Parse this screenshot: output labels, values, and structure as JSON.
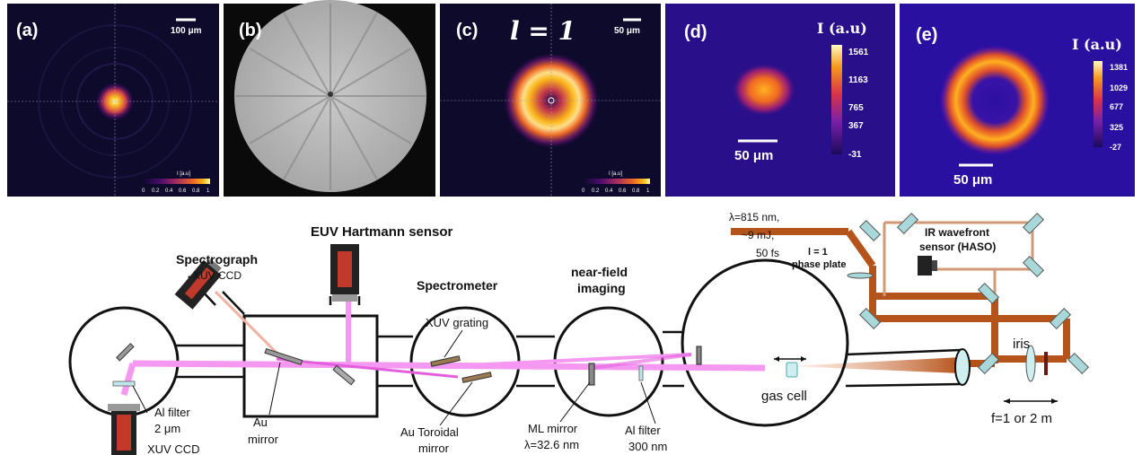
{
  "panels": {
    "a": {
      "tag": "(a)",
      "scale": "100 μm",
      "cb_title": "I [a.u]",
      "cb_ticks": [
        "0",
        "0.2",
        "0.4",
        "0.6",
        "0.8",
        "1"
      ]
    },
    "b": {
      "tag": "(b)"
    },
    "c": {
      "tag": "(c)",
      "l_label": "l = 1",
      "scale": "50 μm",
      "cb_title": "I [a.u]",
      "cb_ticks": [
        "0",
        "0.2",
        "0.4",
        "0.6",
        "0.8",
        "1"
      ]
    },
    "d": {
      "tag": "(d)",
      "cb_title": "I (a.u)",
      "cb_ticks": [
        "1561",
        "1163",
        "765",
        "367",
        "-31"
      ],
      "scale": "50 μm"
    },
    "e": {
      "tag": "(e)",
      "cb_title": "I (a.u)",
      "cb_ticks": [
        "1381",
        "1029",
        "677",
        "325",
        "-27"
      ],
      "scale": "50 μm"
    }
  },
  "colors": {
    "ir_beam": "#b4531a",
    "xuv_beam": "#f598f2",
    "xuv_strong": "#e45fe0",
    "colormap": [
      "#0d0a2c",
      "#4a0c6b",
      "#a52c60",
      "#ed6925",
      "#fbb61a",
      "#fcffa4"
    ]
  },
  "setup": {
    "hartmann": "EUV Hartmann sensor",
    "spectrograph": "Spectrograph",
    "xuv_ccd_top": "XUV  CCD",
    "spectrometer": "Spectrometer",
    "xuv_grating": "XUV grating",
    "near_field_1": "near-field",
    "near_field_2": "imaging",
    "laser_1": "λ=815 nm,",
    "laser_2": "~9 mJ,",
    "laser_3": "50 fs",
    "plate_1": "l = 1",
    "plate_2": "phase plate",
    "haso_1": "IR wavefront",
    "haso_2": "sensor (HASO)",
    "al_filter_left_1": "Al filter",
    "al_filter_left_2": "2 μm",
    "xuv_ccd_bottom": "XUV  CCD",
    "au_mirror_1": "Au",
    "au_mirror_2": "mirror",
    "au_toroidal_1": "Au Toroidal",
    "au_toroidal_2": "mirror",
    "ml_mirror_1": "ML mirror",
    "ml_mirror_2": "λ=32.6 nm",
    "al_filter_right_1": "Al filter",
    "al_filter_right_2": "300 nm",
    "gas_cell": "gas cell",
    "iris": "iris",
    "focal": "f=1 or 2 m"
  }
}
